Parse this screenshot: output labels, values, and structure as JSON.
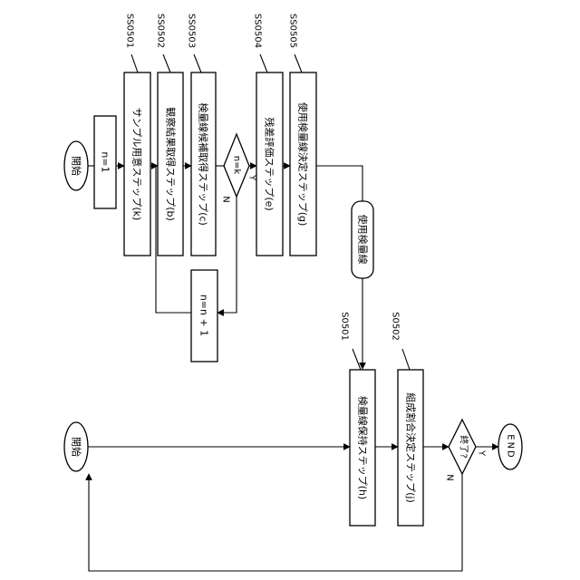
{
  "flow_a": {
    "start": "開始",
    "init": "n=1",
    "step_k": "サンプル用意ステップ(k)",
    "step_b": "観察結果取得ステップ(b)",
    "step_c": "検量線候補取得ステップ(c)",
    "decision": "n=k",
    "yes": "Y",
    "no": "N",
    "step_e": "残差評価ステップ(e)",
    "step_g": "使用検量線決定ステップ(g)",
    "increment": "n=n + 1",
    "refs": [
      "SS0501",
      "SS0502",
      "SS0503",
      "SS0504",
      "SS0505"
    ]
  },
  "connector": "使用検量線",
  "flow_b": {
    "start": "開始",
    "step_h": "検量線保持ステップ(h)",
    "step_j": "組成割合決定ステップ(j)",
    "decision": "終了?",
    "yes": "Y",
    "no": "N",
    "end": "END",
    "refs": [
      "S0501",
      "S0502"
    ]
  }
}
